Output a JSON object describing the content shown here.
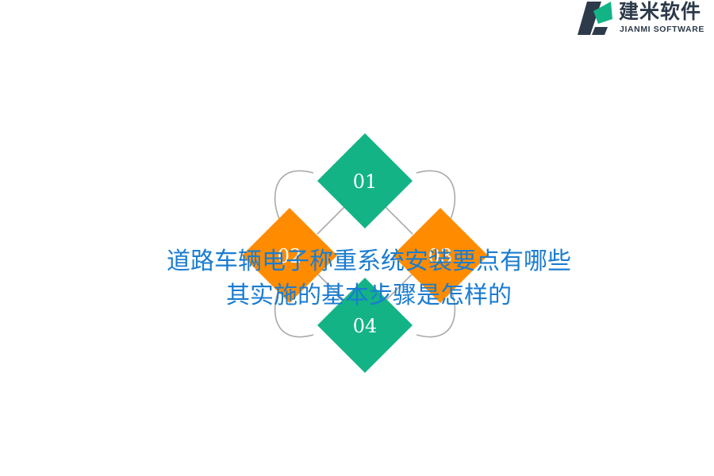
{
  "logo": {
    "name_cn": "建米软件",
    "name_en": "JIANMI SOFTWARE"
  },
  "diagram": {
    "items": [
      {
        "label": "01",
        "color": "#13b386"
      },
      {
        "label": "02",
        "color": "#ff8c00"
      },
      {
        "label": "03",
        "color": "#ff8c00"
      },
      {
        "label": "04",
        "color": "#13b386"
      }
    ],
    "ring_color": "#aaaaaa"
  },
  "title": {
    "line1": "道路车辆电子称重系统安装要点有哪些",
    "line2": "其实施的基本步骤是怎样的"
  },
  "colors": {
    "title": "#1a7cd0",
    "logo_text": "#2d3a4a",
    "logo_green": "#13b386"
  }
}
